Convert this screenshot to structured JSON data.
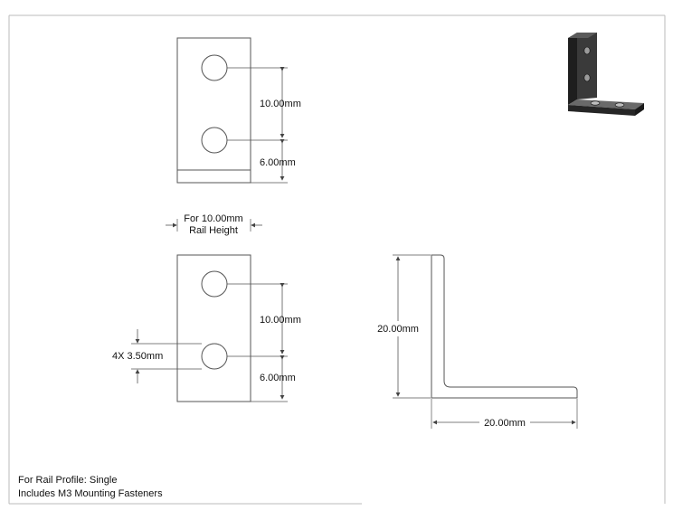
{
  "top_view": {
    "dim_hole_spacing": "10.00mm",
    "dim_edge": "6.00mm"
  },
  "front_view": {
    "rail_height_line1": "For 10.00mm",
    "rail_height_line2": "Rail Height",
    "dim_hole_diameter": "4X 3.50mm",
    "dim_hole_spacing": "10.00mm",
    "dim_edge": "6.00mm"
  },
  "side_view": {
    "dim_height": "20.00mm",
    "dim_width": "20.00mm"
  },
  "notes": {
    "line1": "For Rail Profile: Single",
    "line2": "Includes M3 Mounting Fasteners"
  },
  "colors": {
    "line": "#555555",
    "bracket_dark": "#2f2f2f",
    "bracket_mid": "#555555"
  }
}
